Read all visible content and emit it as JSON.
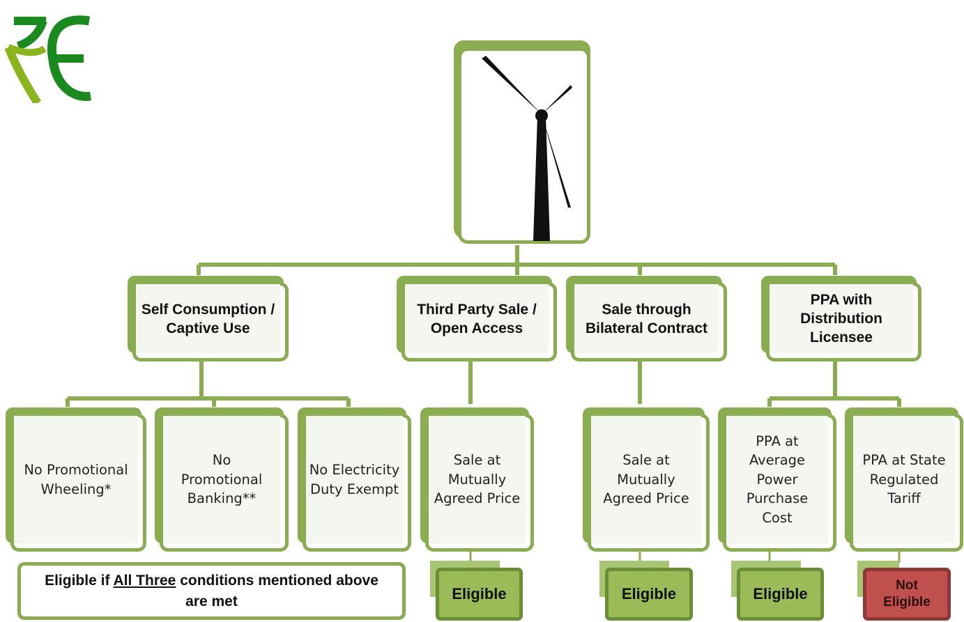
{
  "logo": {
    "icon": "rupee-e-logo-icon",
    "colors": [
      "#1a8a1f",
      "#8cb41e"
    ]
  },
  "root": {
    "icon": "wind-turbine-icon"
  },
  "categories": [
    {
      "id": "self",
      "label": "Self Consumption / Captive Use"
    },
    {
      "id": "third",
      "label": "Third Party Sale / Open Access"
    },
    {
      "id": "bilateral",
      "label": "Sale through Bilateral Contract"
    },
    {
      "id": "ppa",
      "label": "PPA with Distribution Licensee"
    }
  ],
  "options": [
    {
      "label": "No Promotional Wheeling*"
    },
    {
      "label": "No Promotional Banking**"
    },
    {
      "label": "No Electricity Duty Exempt"
    },
    {
      "label": "Sale at Mutually Agreed Price"
    },
    {
      "label": "Sale at Mutually Agreed Price"
    },
    {
      "label": "PPA at Average Power Purchase Cost"
    },
    {
      "label": "PPA at State Regulated Tariff"
    }
  ],
  "note": {
    "prefix": "Eligible if",
    "emphasis": "All Three",
    "suffix": "conditions mentioned above",
    "line2": "are met"
  },
  "outcomes": [
    {
      "label": "Eligible",
      "status": "eligible"
    },
    {
      "label": "Eligible",
      "status": "eligible"
    },
    {
      "label": "Eligible",
      "status": "eligible"
    },
    {
      "label": "Not Eligible",
      "status": "not-eligible"
    }
  ],
  "colors": {
    "green_border": "#8aad52",
    "eligible_fill": "#9bbb59",
    "not_eligible_fill": "#c0504d"
  }
}
